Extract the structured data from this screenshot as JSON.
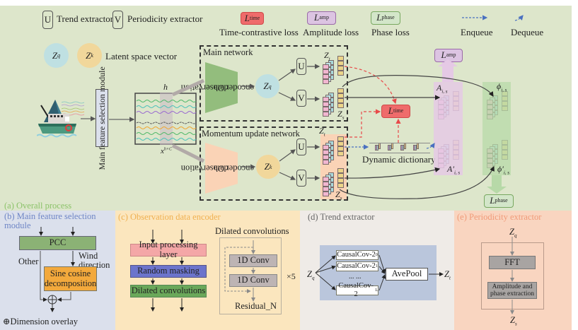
{
  "legend": {
    "u_symbol": "U",
    "u_label": "Trend extractor",
    "v_symbol": "V",
    "v_label": "Periodicity extractor",
    "l_time_symbol": "L",
    "l_time_sub": "time",
    "l_time_label": "Time-contrastive loss",
    "l_amp_symbol": "L",
    "l_amp_sub": "amp",
    "l_amp_label": "Amplitude loss",
    "l_phase_symbol": "L",
    "l_phase_sub": "phase",
    "l_phase_label": "Phase loss",
    "enqueue_label": "Enqueue",
    "dequeue_label": "Dequeue",
    "zq_symbol": "Z",
    "zq_sub": "q",
    "zk_symbol": "Z",
    "zk_sub": "k",
    "latent_label": "Latent space vector"
  },
  "overall": {
    "panel_title": "(a) Overall process",
    "main_feature_module": "Main feature selection module",
    "window_h": "h",
    "window_x": "x",
    "window_x_sup": "h×C",
    "main_network_label": "Main network",
    "momentum_network_label": "Momentum update network",
    "encoder_label_1": "Observation",
    "encoder_label_2": "data",
    "encoder_label_3": "encoder",
    "u_symbol": "U",
    "v_symbol": "V",
    "zt_label": "Z",
    "zt_sub": "t",
    "zs_label": "Z",
    "zs_sub": "s",
    "dynamic_dictionary_label": "Dynamic dictionary",
    "a_label": "A",
    "a_sub": "i, s",
    "a_prime_label": "A′",
    "phi_label": "ϕ",
    "phi_sub": "i, s",
    "phi_prime_label": "ϕ′"
  },
  "main_feature_panel": {
    "panel_title_1": "(b) Main feature selection",
    "panel_title_2": "module",
    "pcc_label": "PCC",
    "other_label": "Other",
    "wind_label_1": "Wind",
    "wind_label_2": "direction",
    "sine_label_1": "Sine cosine",
    "sine_label_2": "decomposition",
    "overlay_legend": "⊕Dimension overlay"
  },
  "encoder_panel": {
    "panel_title": "(c) Observation data encoder",
    "input_layer": "Input processing layer",
    "random_masking": "Random masking",
    "dilated_conv": "Dilated convolutions",
    "dilated_title": "Dilated convolutions",
    "conv1": "1D Conv",
    "conv2": "1D Conv",
    "repeat": "×5",
    "residual": "Residual_N"
  },
  "trend_panel": {
    "panel_title": "(d) Trend extractor",
    "input_symbol": "Z",
    "input_sub": "q",
    "causal_0": "CausalCov-2",
    "causal_0_sup": "0",
    "causal_1": "CausalCov-2",
    "causal_1_sup": "1",
    "ellipsis": "... ...",
    "causal_L": "CausalCov-2",
    "causal_L_sup": "L",
    "avepool": "AvePool",
    "output_symbol": "Z",
    "output_sub": "t"
  },
  "periodicity_panel": {
    "panel_title": "(e) Periodicity extractor",
    "input_symbol": "Z",
    "input_sub": "q",
    "fft": "FFT",
    "amp_phase_1": "Amplitude and",
    "amp_phase_2": "phase extraction",
    "output_symbol": "Z",
    "output_sub": "s"
  },
  "colors": {
    "panel_a_bg": "#dde6cb",
    "panel_b_bg": "#dbe0ec",
    "panel_c_bg": "#fbe6be",
    "panel_d_bg": "#efebe7",
    "panel_e_bg": "#f9d5c0",
    "l_time": "#ef6b6b",
    "l_amp": "#dcc4e2",
    "l_phase": "#d3e6c9",
    "zq": "#bfe0e2",
    "zk": "#f1d79b"
  }
}
